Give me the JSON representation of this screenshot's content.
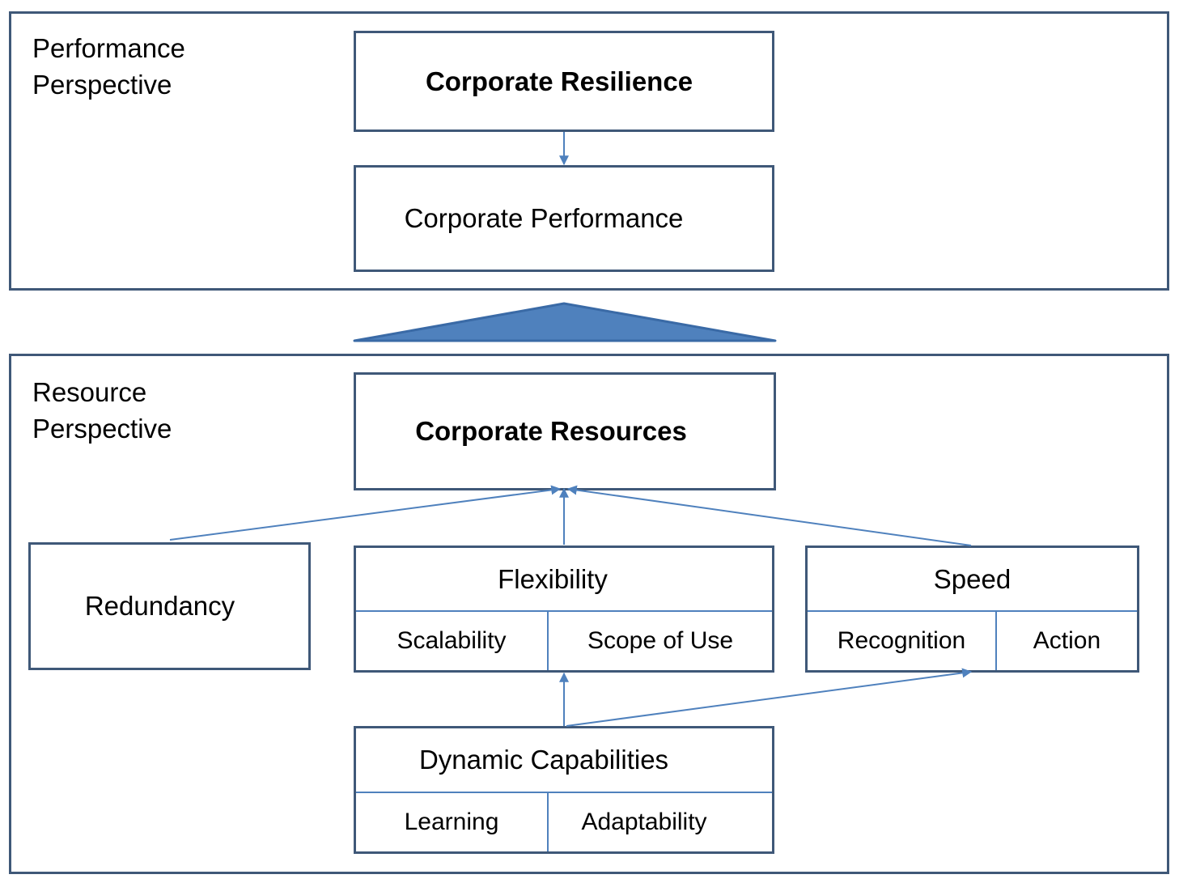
{
  "colors": {
    "box_border": "#3f5878",
    "connector": "#4f81bd",
    "triangle_fill": "#4f81bd",
    "triangle_stroke": "#3a6aa6"
  },
  "performance_perspective": {
    "label_line1": "Performance",
    "label_line2": "Perspective",
    "corporate_resilience": "Corporate Resilience",
    "corporate_performance": "Corporate Performance"
  },
  "resource_perspective": {
    "label_line1": "Resource",
    "label_line2": "Perspective",
    "corporate_resources": "Corporate Resources",
    "redundancy": "Redundancy",
    "flexibility": {
      "title": "Flexibility",
      "sub_left": "Scalability",
      "sub_right": "Scope of Use"
    },
    "speed": {
      "title": "Speed",
      "sub_left": "Recognition",
      "sub_right": "Action"
    },
    "dynamic_capabilities": {
      "title": "Dynamic Capabilities",
      "sub_left": "Learning",
      "sub_right": "Adaptability"
    }
  }
}
